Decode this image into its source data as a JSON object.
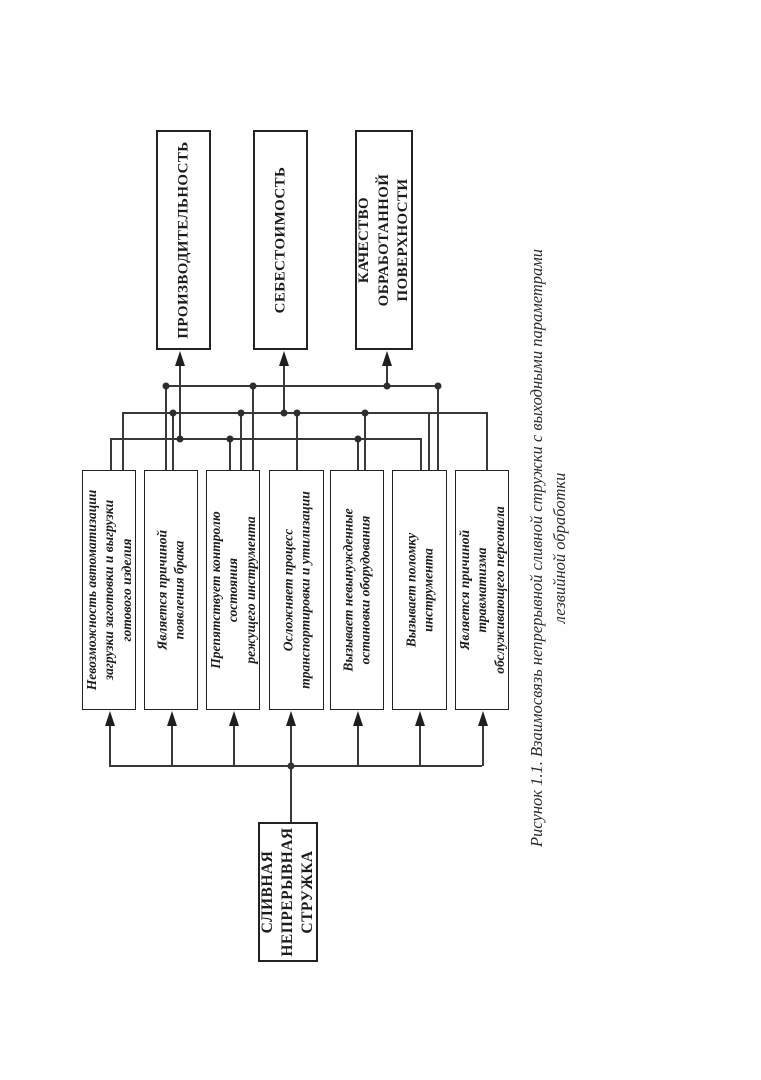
{
  "figure": {
    "source": {
      "label": "СЛИВНАЯ\nНЕПРЕРЫВНАЯ\nСТРУЖКА"
    },
    "effects": [
      {
        "label": "Невозможность автоматизации\nзагрузки заготовки и выгрузки\nготового изделия",
        "outputs": [
          "productivity",
          "cost"
        ]
      },
      {
        "label": "Является причиной\nпоявления брака",
        "outputs": [
          "quality",
          "cost"
        ]
      },
      {
        "label": "Препятствует контролю\nсостояния\nрежущего инструмента",
        "outputs": [
          "productivity",
          "cost",
          "quality"
        ]
      },
      {
        "label": "Осложняет процесс\nтранспортировки и утилизации",
        "outputs": [
          "cost"
        ]
      },
      {
        "label": "Вызывает невынужденные\nостановки оборудования",
        "outputs": [
          "productivity",
          "cost"
        ]
      },
      {
        "label": "Вызывает поломку\nинструмента",
        "outputs": [
          "productivity",
          "cost",
          "quality"
        ]
      },
      {
        "label": "Является причиной\nтравматизма\nобслуживающего персонала",
        "outputs": [
          "cost"
        ]
      }
    ],
    "outputs": [
      {
        "id": "productivity",
        "label": "ПРОИЗВОДИТЕЛЬНОСТЬ"
      },
      {
        "id": "cost",
        "label": "СЕБЕСТОИМОСТЬ"
      },
      {
        "id": "quality",
        "label": "КАЧЕСТВО\nОБРАБОТАННОЙ\nПОВЕРХНОСТИ"
      }
    ],
    "edges": {
      "source_to": "all_effects"
    },
    "caption": {
      "line1": "Рисунок 1.1. Взаимосвязь непрерывной сливной стружки с выходными параметрами",
      "line2": "лезвийной обработки"
    },
    "orientation": "rotated-90-ccw"
  }
}
